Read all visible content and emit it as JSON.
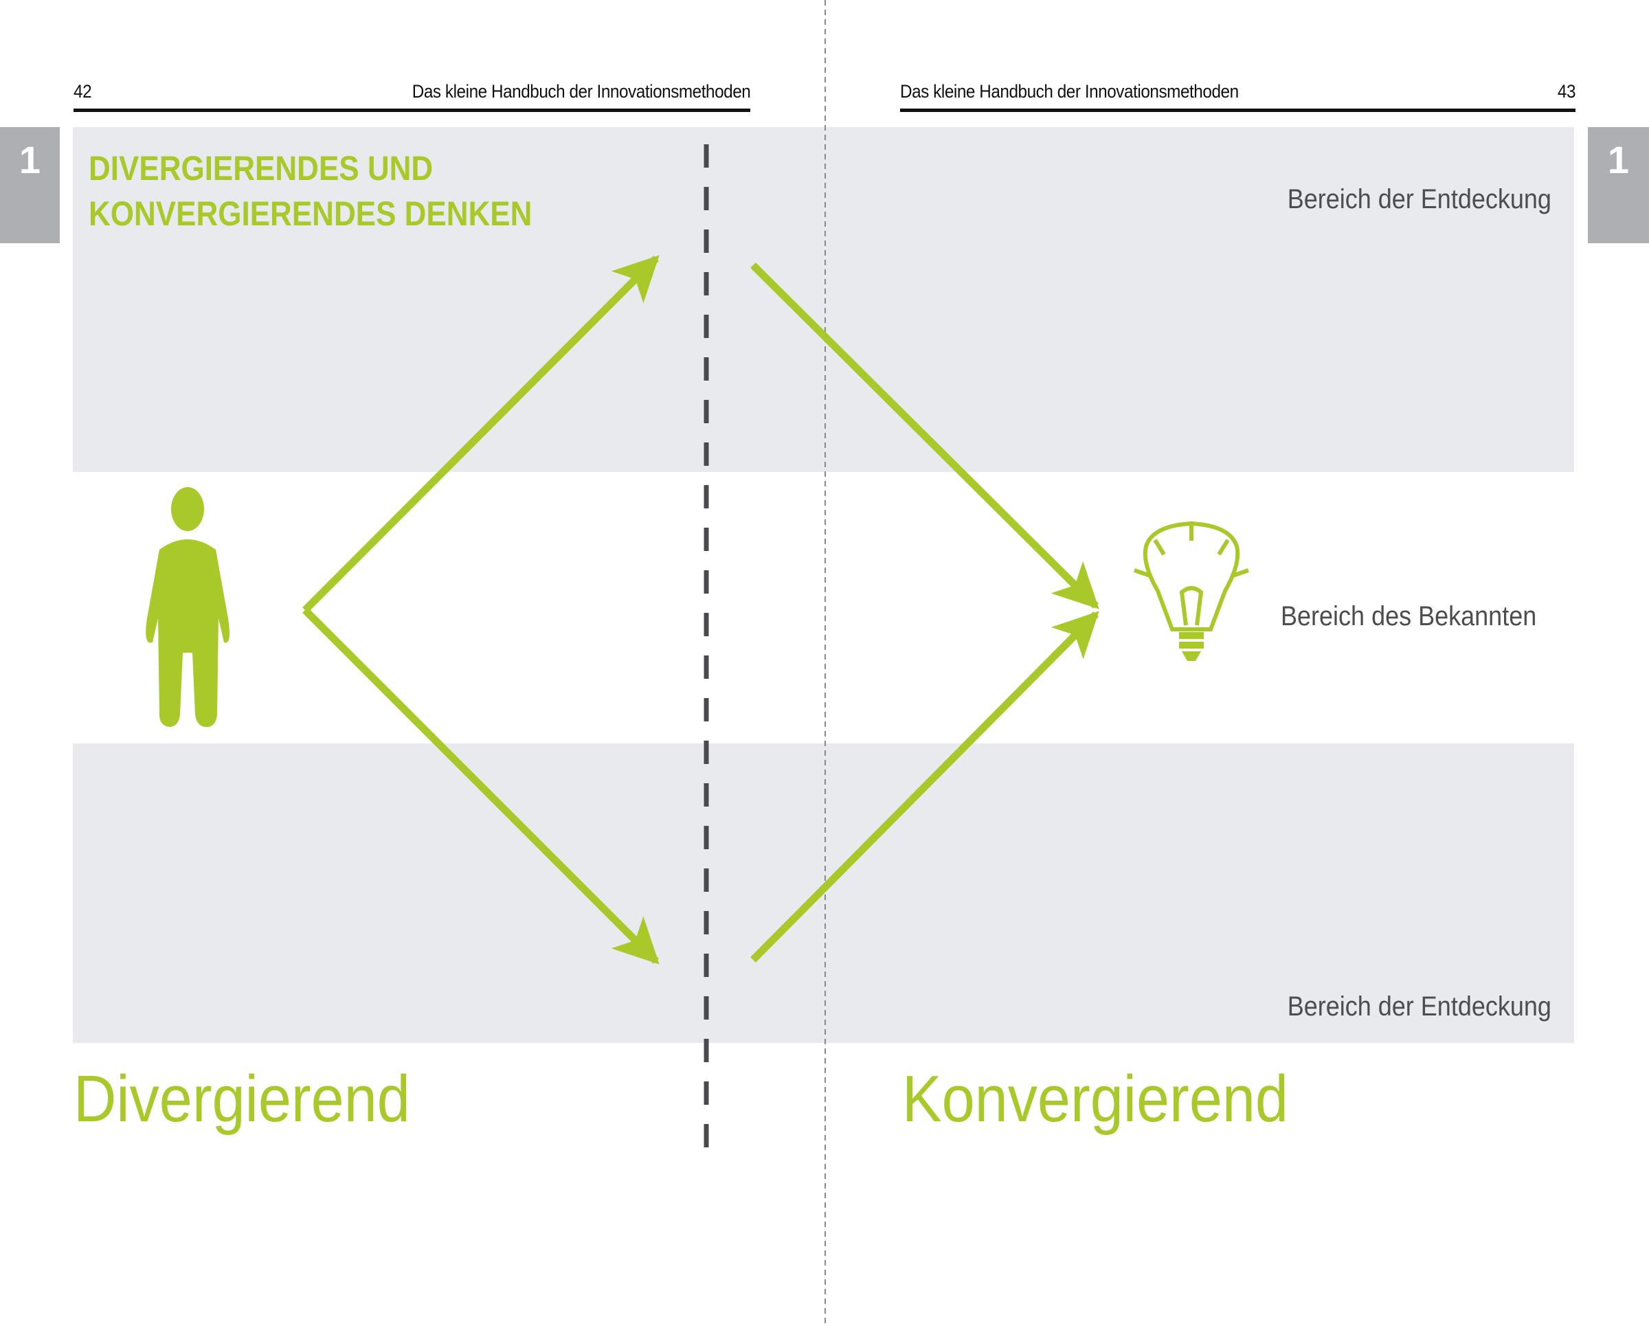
{
  "left_page": {
    "page_number": "42",
    "running_head": "Das kleine Handbuch der Innovationsmethoden",
    "chapter_tab": "1"
  },
  "right_page": {
    "page_number": "43",
    "running_head": "Das kleine Handbuch der Innovationsmethoden",
    "chapter_tab": "1"
  },
  "diagram": {
    "title_line1": "DIVERGIERENDES UND",
    "title_line2": "KONVERGIERENDES DENKEN",
    "top_zone": "Bereich der Entdeckung",
    "middle_zone": "Bereich des Bekannten",
    "bottom_zone": "Bereich der Entdeckung",
    "left_label": "Divergierend",
    "right_label": "Konvergierend",
    "icons": [
      "person-icon",
      "lightbulb-icon"
    ],
    "accent_color": "#a9c82a"
  }
}
